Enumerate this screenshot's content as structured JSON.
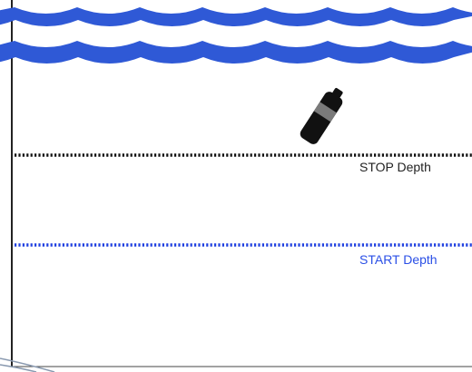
{
  "labels": {
    "stop_depth": "STOP Depth",
    "start_depth": "START Depth"
  },
  "colors": {
    "water": "#2f59d6",
    "stop_line": "#111111",
    "start_line": "#1f3fe0",
    "stop_text": "#222222",
    "start_text": "#2a4fe6",
    "device_body": "#111111",
    "device_band": "#7a7a7a",
    "frame": "#222222"
  },
  "icons": {
    "device": "profiling-sensor-icon",
    "waves": "water-surface-waves"
  }
}
